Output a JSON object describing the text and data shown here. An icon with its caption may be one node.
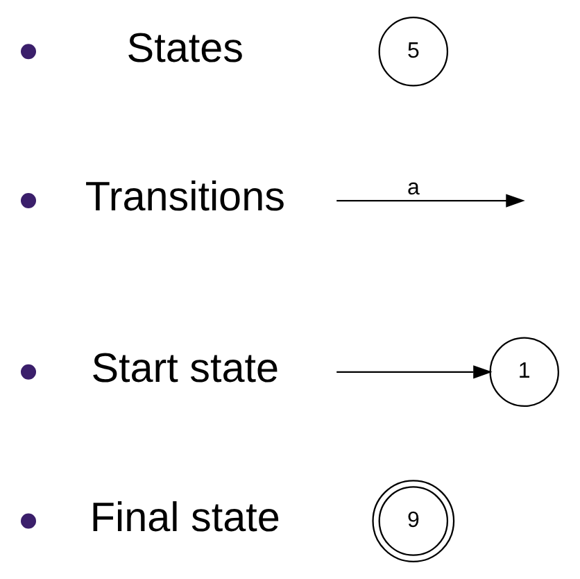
{
  "diagram": {
    "nodes": [
      {
        "text": [
          "5"
        ]
      },
      {
        "text": [
          "1"
        ]
      },
      {
        "text": [
          "9"
        ]
      }
    ],
    "edges": [
      {
        "from": null,
        "to": 1,
        "arrow": "to"
      }
    ],
    "labels": [
      "States",
      "Transitions",
      "a",
      "Start state",
      "Final state"
    ]
  }
}
